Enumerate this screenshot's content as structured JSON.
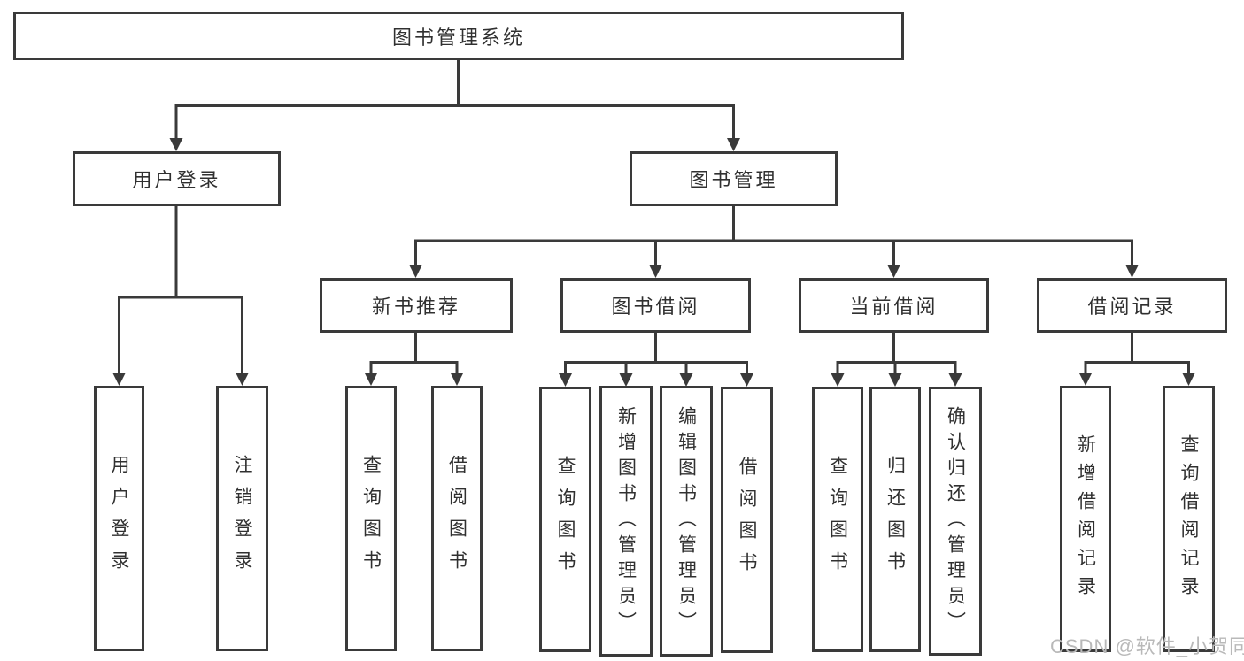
{
  "colors": {
    "line": "#3a3a3a",
    "text": "#303030",
    "watermark": "#b9b9b9",
    "background": "#ffffff"
  },
  "diagram": {
    "root": {
      "label": "图书管理系统"
    },
    "branches": [
      {
        "label": "用户登录",
        "children": [
          {
            "label": "用户登录"
          },
          {
            "label": "注销登录"
          }
        ]
      },
      {
        "label": "图书管理",
        "children": [
          {
            "label": "新书推荐",
            "children": [
              {
                "label": "查询图书"
              },
              {
                "label": "借阅图书"
              }
            ]
          },
          {
            "label": "图书借阅",
            "children": [
              {
                "label": "查询图书"
              },
              {
                "label": "新增图书（管理员）"
              },
              {
                "label": "编辑图书（管理员）"
              },
              {
                "label": "借阅图书"
              }
            ]
          },
          {
            "label": "当前借阅",
            "children": [
              {
                "label": "查询图书"
              },
              {
                "label": "归还图书"
              },
              {
                "label": "确认归还（管理员）"
              }
            ]
          },
          {
            "label": "借阅记录",
            "children": [
              {
                "label": "新增借阅记录"
              },
              {
                "label": "查询借阅记录"
              }
            ]
          }
        ]
      }
    ]
  },
  "watermark": {
    "text": "CSDN @软件_小贺同学"
  }
}
